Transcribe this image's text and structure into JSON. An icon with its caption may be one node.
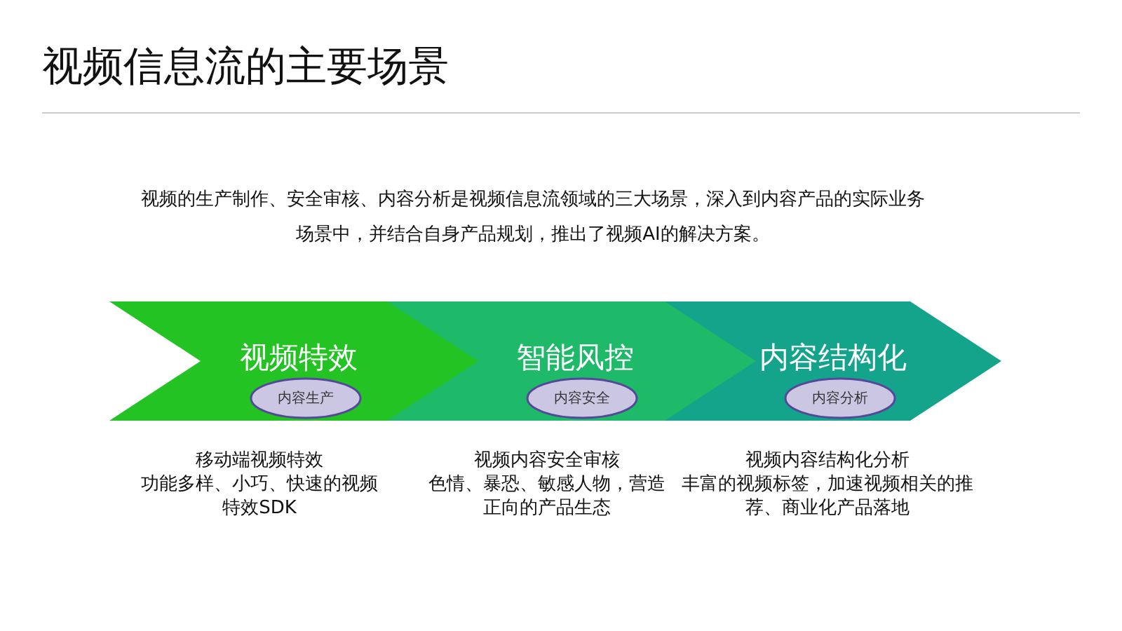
{
  "diagram": {
    "title": "视频信息流的主要场景",
    "nodes": [
      {
        "text": [
          "视频特效"
        ],
        "beside": [
          "移动端视频特效",
          "功能多样、小巧、快速的视频特效SDK"
        ]
      },
      {
        "text": [
          "内容生产"
        ],
        "in": 0
      },
      {
        "text": [
          "智能风控"
        ],
        "beside": [
          "视频内容安全审核",
          "色情、暴恐、敏感人物，营造正向的产品生态"
        ]
      },
      {
        "text": [
          "内容安全"
        ],
        "in": 2
      },
      {
        "text": [
          "内容结构化"
        ],
        "beside": [
          "视频内容结构化分析",
          "丰富的视频标签，加速视频相关的推荐、商业化产品落地"
        ]
      },
      {
        "text": [
          "内容分析"
        ],
        "in": 4
      }
    ],
    "labels": [
      "视频的生产制作、安全审核、内容分析是视频信息流领域的三大场景，深入到内容产品的实际业务场景中，并结合自身产品规划，推出了视频AI的解决方案。"
    ]
  }
}
